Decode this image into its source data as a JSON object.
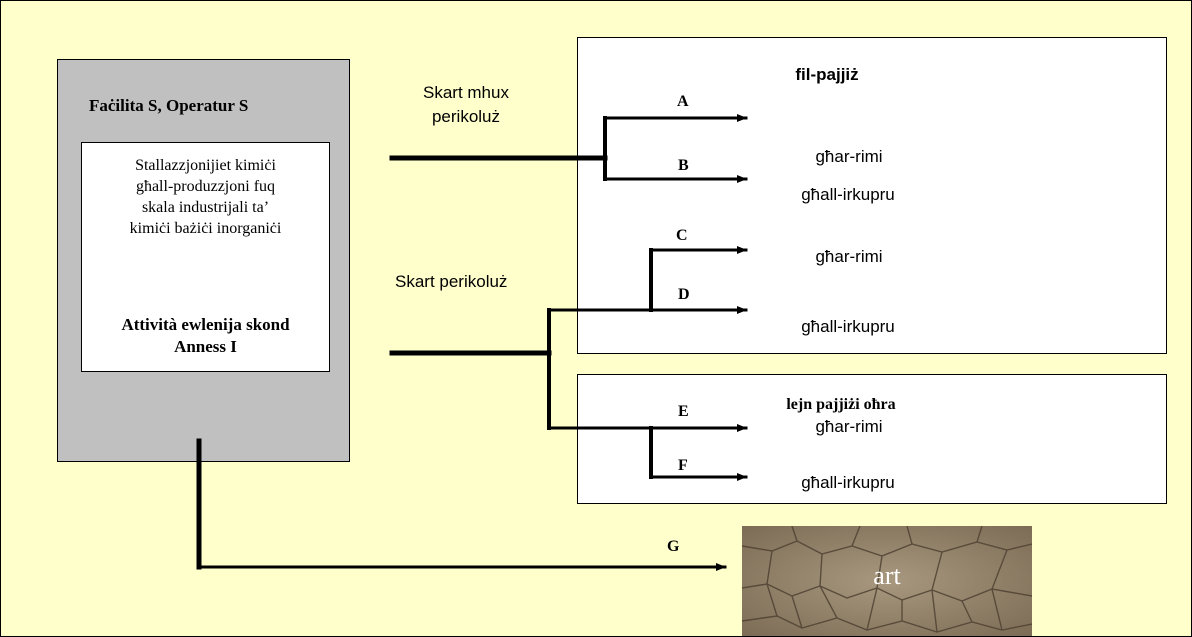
{
  "operator_box": {
    "title": "Faċilita S, Operatur S",
    "description_lines": [
      "Stallazzjonijiet kimiċi",
      "għall-produzzjoni fuq",
      "skala industrijali ta’",
      "kimiċi bażiċi inorganiċi"
    ],
    "activity_lines": [
      "Attività ewlenija skond",
      "Anness I"
    ]
  },
  "streams": {
    "non_hazardous": [
      "Skart mhux",
      "perikoluż"
    ],
    "hazardous": "Skart perikoluż"
  },
  "domestic_box": {
    "title": "fil-pajjiż",
    "routes": [
      {
        "letter": "A",
        "label": "għar-rimi"
      },
      {
        "letter": "B",
        "label": "għall-irkupru"
      },
      {
        "letter": "C",
        "label": "għar-rimi"
      },
      {
        "letter": "D",
        "label": "għall-irkupru"
      }
    ]
  },
  "foreign_box": {
    "title": "lejn pajjiżi oħra",
    "routes": [
      {
        "letter": "E",
        "label": "għar-rimi"
      },
      {
        "letter": "F",
        "label": "għall-irkupru"
      }
    ]
  },
  "land_route": {
    "letter": "G",
    "label": "art"
  },
  "colors": {
    "background": "#ffffcc",
    "operator_fill": "#c0c0c0",
    "line": "#000000"
  }
}
